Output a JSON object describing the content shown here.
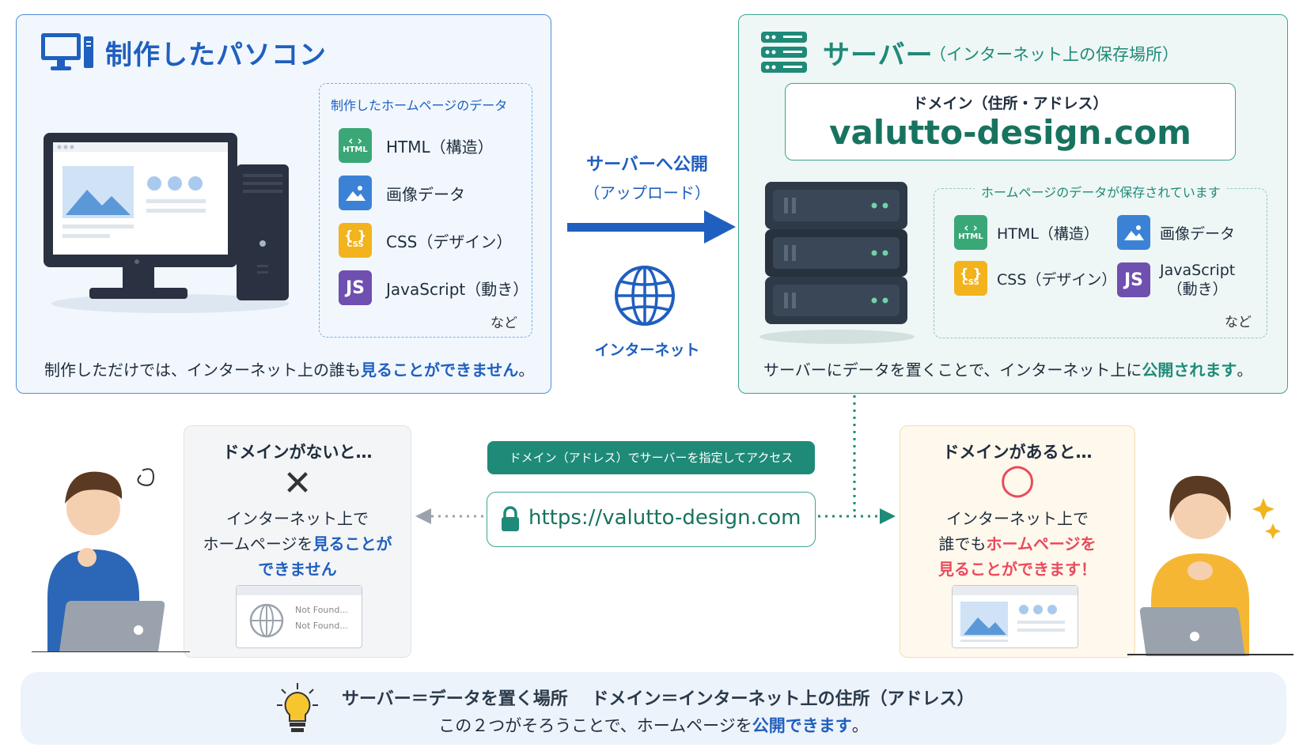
{
  "left_panel": {
    "title": "制作したパソコン",
    "data_box_title": "制作したホームページのデータ",
    "files": [
      {
        "icon": "html-file-icon",
        "icon_text": "HTML",
        "label": "HTML（構造）"
      },
      {
        "icon": "image-file-icon",
        "label": "画像データ"
      },
      {
        "icon": "css-file-icon",
        "icon_text": "CSS",
        "label": "CSS（デザイン）"
      },
      {
        "icon": "js-file-icon",
        "icon_text": "JS",
        "label": "JavaScript（動き）"
      }
    ],
    "etc": "など",
    "note_prefix": "制作しただけでは、インターネット上の誰も",
    "note_emphasis": "見ることができません",
    "note_suffix": "。"
  },
  "right_panel": {
    "title": "サーバー",
    "subtitle": "（インターネット上の保存場所）",
    "domain_label": "ドメイン（住所・アドレス）",
    "domain": "valutto-design.com",
    "data_box_title": "ホームページのデータが保存されています",
    "files": [
      {
        "icon": "html-file-icon",
        "icon_text": "HTML",
        "label": "HTML（構造）"
      },
      {
        "icon": "image-file-icon",
        "label": "画像データ"
      },
      {
        "icon": "css-file-icon",
        "icon_text": "CSS",
        "label": "CSS（デザイン）"
      },
      {
        "icon": "js-file-icon",
        "icon_text": "JS",
        "label": "JavaScript",
        "label2": "（動き）"
      }
    ],
    "etc": "など",
    "note_prefix": "サーバーにデータを置くことで、インターネット上に",
    "note_emphasis": "公開されます",
    "note_suffix": "。"
  },
  "middle": {
    "publish_label": "サーバーへ公開",
    "upload_label": "（アップロード）",
    "internet_label": "インターネット"
  },
  "access": {
    "badge": "ドメイン（アドレス）でサーバーを指定してアクセス",
    "url": "https://valutto-design.com"
  },
  "no_domain_card": {
    "title": "ドメインがないと…",
    "mark": "✕",
    "line1": "インターネット上で",
    "line2_prefix": "ホームページを",
    "line2_emphasis": "見ることが",
    "line3_emphasis": "できません",
    "browser_lines": [
      "Not Found...",
      "Not Found..."
    ]
  },
  "domain_card": {
    "title": "ドメインがあると…",
    "mark": "○",
    "line1": "インターネット上で",
    "line2_prefix": "誰でも",
    "line2_emphasis": "ホームページを",
    "line3_emphasis": "見ることができます！"
  },
  "summary": {
    "line1": "サーバー＝データを置く場所　 ドメイン＝インターネット上の住所（アドレス）",
    "line2_prefix": "この２つがそろうことで、ホームページを",
    "line2_emphasis": "公開できます",
    "line2_suffix": "。"
  },
  "colors": {
    "blue_accent": "#1f5fbf",
    "teal_accent": "#1f8a78",
    "red_accent": "#e84b5c",
    "html_icon": "#3aa776",
    "image_icon": "#3b82d6",
    "css_icon": "#f2b31c",
    "js_icon": "#6f4fb0"
  }
}
